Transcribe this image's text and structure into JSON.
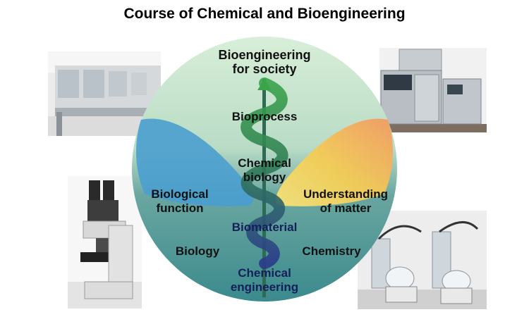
{
  "title": "Course of Chemical and Bioengineering",
  "top_label_line1": "Bioengineering",
  "top_label_line2": "for society",
  "stages": {
    "bioprocess": "Bioprocess",
    "chemical_biology_1": "Chemical",
    "chemical_biology_2": "biology",
    "biomaterial": "Biomaterial",
    "chemical_engineering_1": "Chemical",
    "chemical_engineering_2": "engineering"
  },
  "left": {
    "function_1": "Biological",
    "function_2": "function",
    "field": "Biology"
  },
  "right": {
    "matter_1": "Understanding",
    "matter_2": "of matter",
    "field": "Chemistry"
  },
  "colors": {
    "circle_top": "#d5ecd6",
    "circle_bottom": "#3f8a8e",
    "left_petal": "#4a9fcf",
    "right_petal_top": "#f0a060",
    "right_petal_bottom": "#f5d84a",
    "helix_green": "#2f8a3a",
    "helix_blue": "#2b3a8c"
  },
  "photos": {
    "top_left": "fume-hood-lab-photo",
    "top_right": "hplc-instrument-photo",
    "bottom_left": "microscope-photo",
    "bottom_right": "rotary-evaporator-photo"
  }
}
